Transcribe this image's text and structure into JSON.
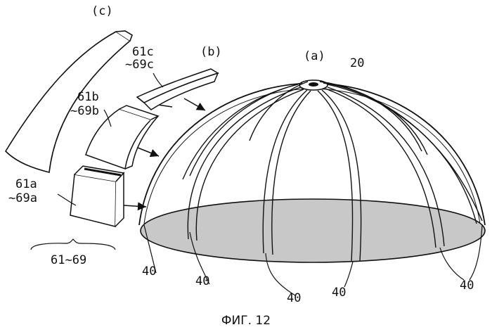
{
  "figure": {
    "caption": "ФИГ. 12",
    "labels": {
      "c": "(c)",
      "b": "(b)",
      "a": "(a)",
      "ref_20": "20",
      "part_61c_line1": "61c",
      "part_61c_line2": "~69c",
      "part_61b_line1": "61b",
      "part_61b_line2": "~69b",
      "part_61a_line1": "61a",
      "part_61a_line2": "~69a",
      "group": "61~69",
      "ref_40": "40"
    }
  },
  "colors": {
    "ink": "#111111",
    "shade": "#c8c8c8"
  }
}
